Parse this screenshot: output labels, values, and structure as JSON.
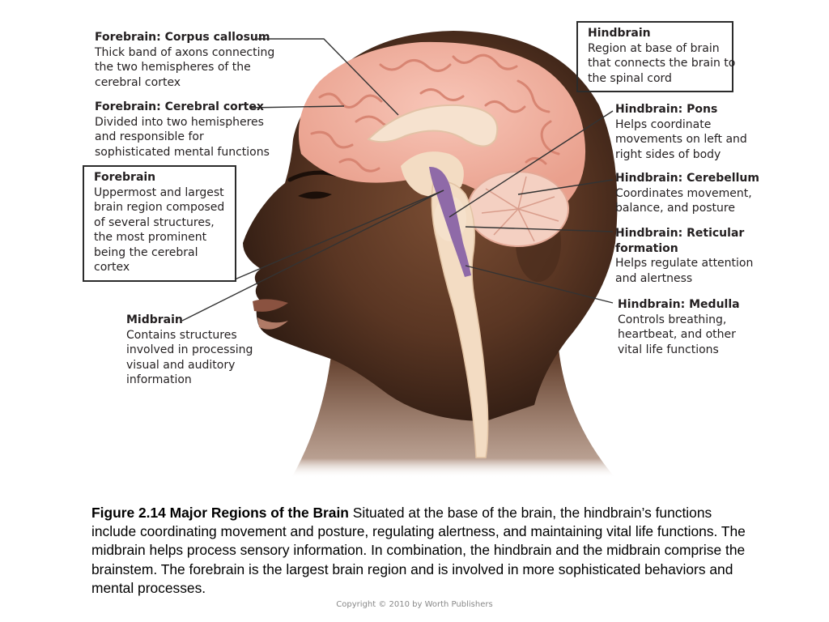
{
  "labels": {
    "corpus_callosum": {
      "title": "Forebrain: Corpus callosum",
      "desc": [
        "Thick band of axons connecting",
        "the two hemispheres of the",
        "cerebral cortex"
      ]
    },
    "cerebral_cortex": {
      "title": "Forebrain: Cerebral cortex",
      "desc": [
        "Divided into two hemispheres",
        "and responsible for",
        "sophisticated mental functions"
      ]
    },
    "forebrain": {
      "title": "Forebrain",
      "desc": [
        "Uppermost and largest",
        "brain region composed",
        "of several structures,",
        "the most prominent",
        "being the cerebral",
        "cortex"
      ]
    },
    "midbrain": {
      "title": "Midbrain",
      "desc": [
        "Contains structures",
        "involved in processing",
        "visual and auditory",
        "information"
      ]
    },
    "hindbrain": {
      "title": "Hindbrain",
      "desc": [
        "Region at base of brain",
        "that connects the brain to",
        "the spinal cord"
      ]
    },
    "pons": {
      "title": "Hindbrain: Pons",
      "desc": [
        "Helps coordinate",
        "movements on left and",
        "right sides of body"
      ]
    },
    "cerebellum": {
      "title": "Hindbrain: Cerebellum",
      "desc": [
        "Coordinates movement,",
        "balance, and posture"
      ]
    },
    "reticular": {
      "title": [
        "Hindbrain: Reticular",
        "formation"
      ],
      "desc": [
        "Helps regulate attention",
        "and alertness"
      ]
    },
    "medulla": {
      "title": "Hindbrain: Medulla",
      "desc": [
        "Controls breathing,",
        "heartbeat, and other",
        "vital life functions"
      ]
    }
  },
  "caption": {
    "title": "Figure 2.14 Major Regions of the Brain",
    "body": " Situated at the base of the brain, the hindbrain’s functions include coordinating movement and posture, regulating alertness, and maintaining vital life functions. The midbrain helps process sensory information. In combination, the hindbrain and the midbrain comprise the brainstem. The forebrain is the largest brain region and is involved in more sophisticated behaviors and mental processes."
  },
  "copyright": "Copyright © 2010 by Worth Publishers",
  "colors": {
    "skin_dark": "#3a2418",
    "skin_mid": "#6b432c",
    "skin_light": "#a8785a",
    "brain": "#f4b5a4",
    "brain_fold": "#e08f7d",
    "brain_inner": "#f6e2cf",
    "brainstem": "#f3dcc3",
    "midbrain_purple": "#8f6aa8",
    "leader_line": "#333333"
  }
}
